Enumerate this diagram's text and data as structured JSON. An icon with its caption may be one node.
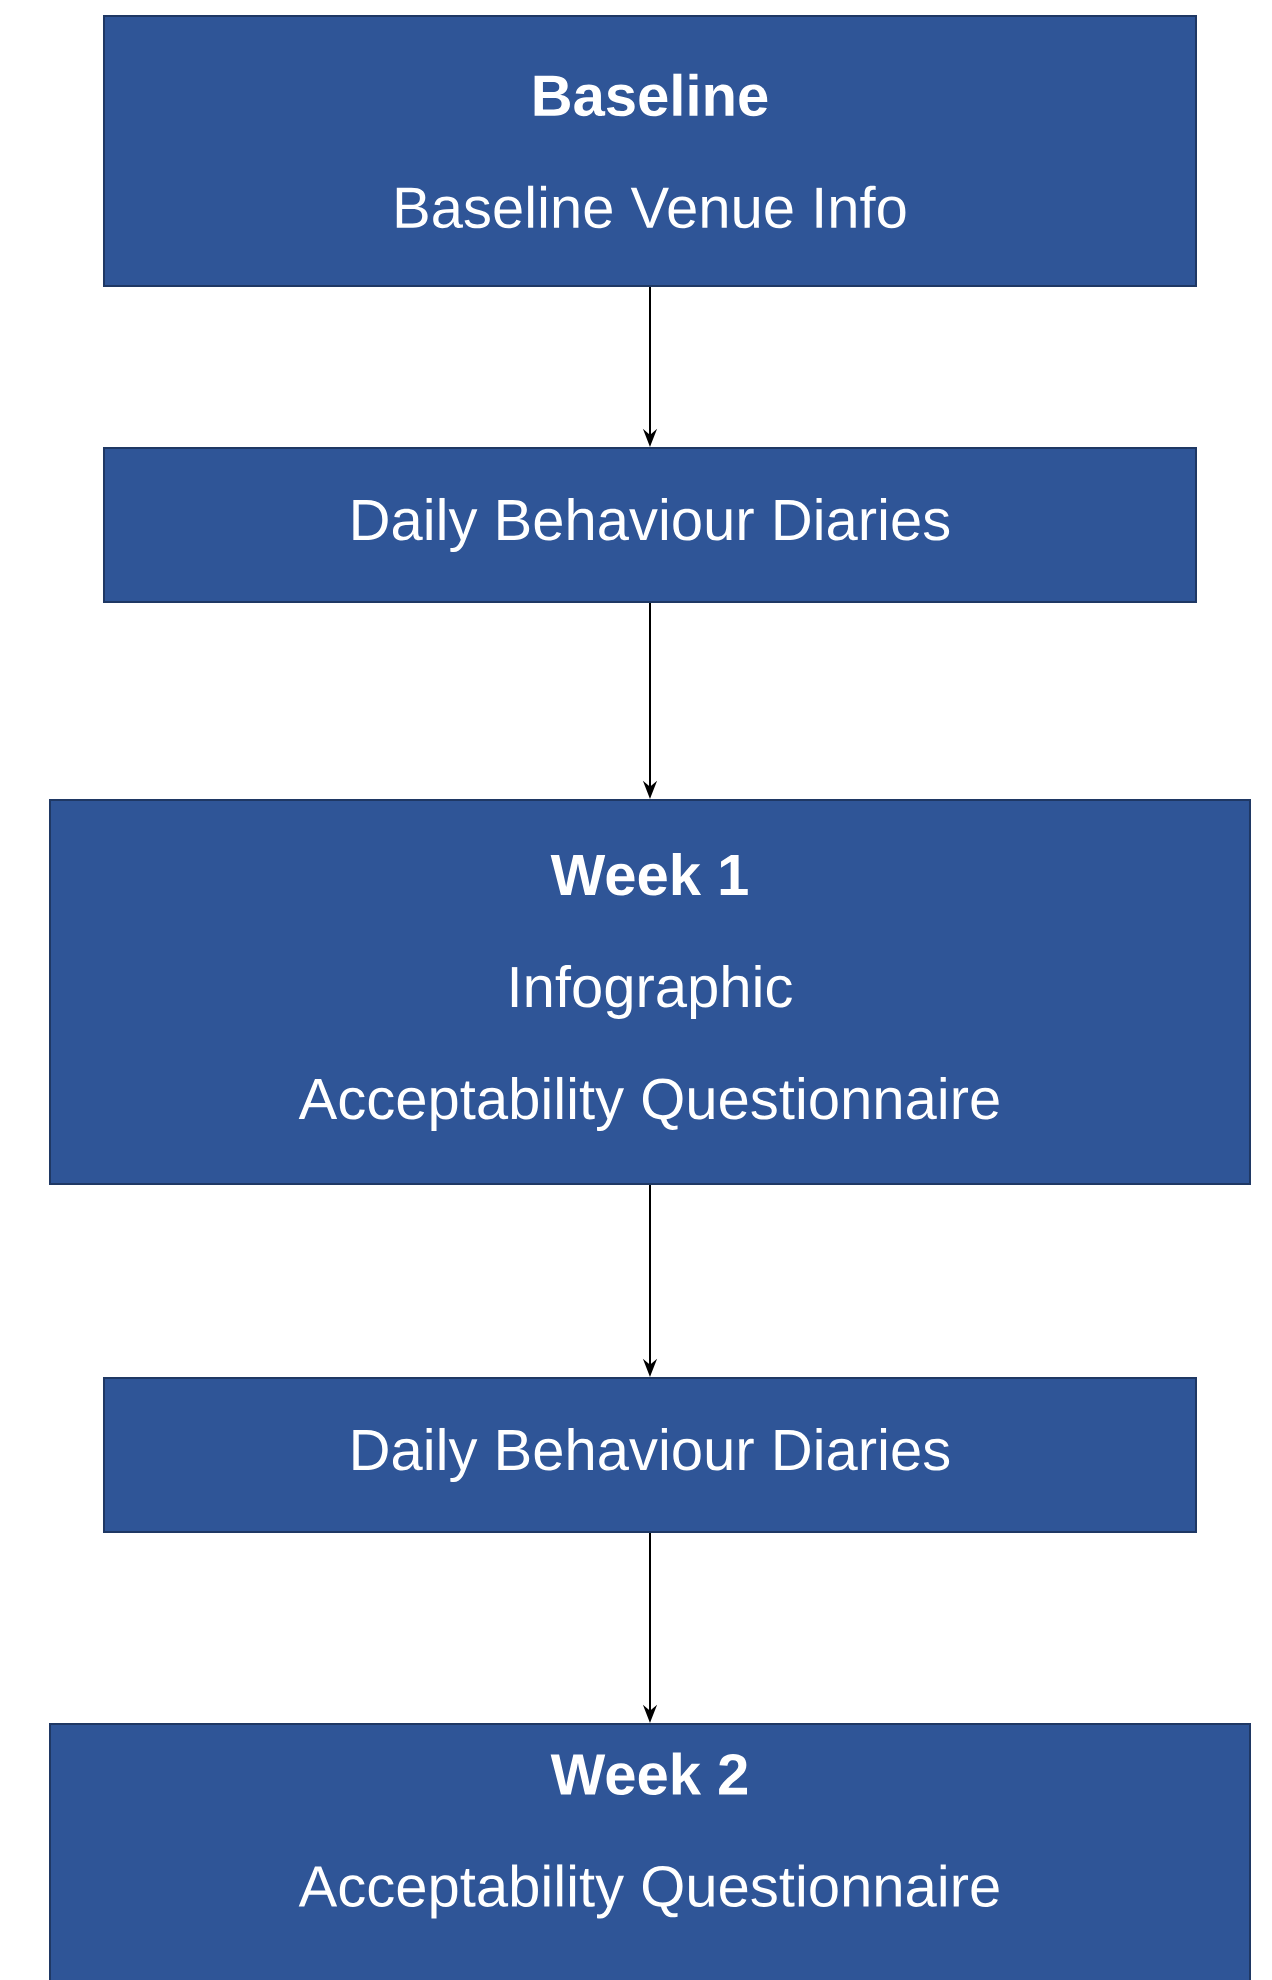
{
  "diagram": {
    "nodes": [
      {
        "text": [
          "Baseline",
          "Baseline Venue Info"
        ]
      },
      {
        "text": [
          "Daily Behaviour Diaries"
        ]
      },
      {
        "text": [
          "Week 1",
          "Infographic",
          "Acceptability Questionnaire"
        ]
      },
      {
        "text": [
          "Daily Behaviour Diaries"
        ]
      },
      {
        "text": [
          "Week 2",
          "Acceptability Questionnaire"
        ]
      }
    ],
    "edges": [
      {
        "from": 0,
        "to": 1,
        "arrow": "to"
      },
      {
        "from": 1,
        "to": 2,
        "arrow": "to"
      },
      {
        "from": 2,
        "to": 3,
        "arrow": "to"
      },
      {
        "from": 3,
        "to": 4,
        "arrow": "to"
      }
    ]
  }
}
